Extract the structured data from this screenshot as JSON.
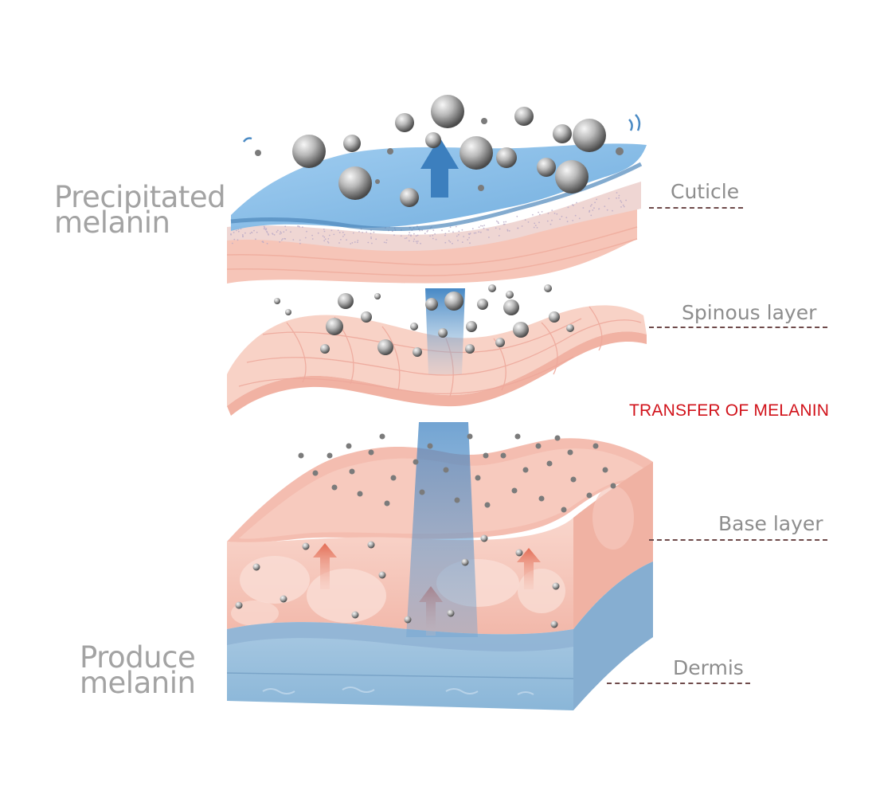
{
  "labels": {
    "precipitated": [
      "Precipitated",
      "melanin"
    ],
    "produce": [
      "Produce",
      "melanin"
    ],
    "cuticle": "Cuticle",
    "spinous": "Spinous layer",
    "base": "Base layer",
    "dermis": "Dermis",
    "transfer": "TRANSFER OF MELANIN"
  },
  "colors": {
    "gray_label": "#a3a3a3",
    "side_label": "#8d8d8d",
    "transfer_red": "#d1121a",
    "water_blue": "#7cb6e4",
    "skin_pink": "#f6c7bb",
    "dermis_blue": "#9fc3df",
    "arrow_blue": "#3f86c3",
    "arrow_pink": "#e9826e",
    "melanin_gray": "#7b7b7b"
  }
}
